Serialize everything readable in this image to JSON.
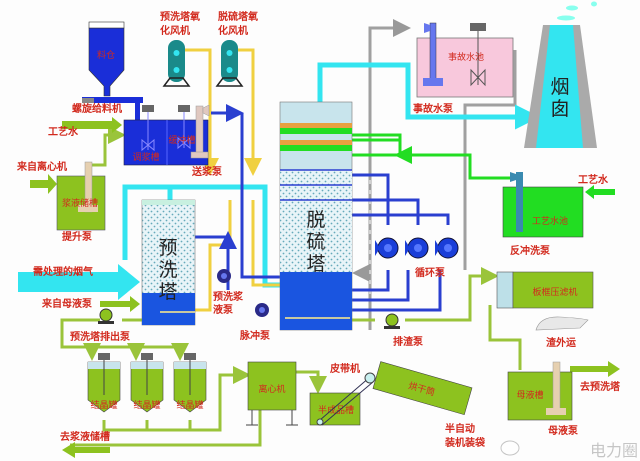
{
  "labels": {
    "hopper": "料仓",
    "screw_feeder": "螺旋给料机",
    "mixing_tank": "调浆槽",
    "buffer_tank": "缓冲槽",
    "slurry_pump": "送浆泵",
    "process_water_left": "工艺水",
    "from_centrifuge": "来自离心机",
    "slurry_storage_tank": "浆液储槽",
    "lift_pump": "提升泵",
    "prewash_fan_1": "预洗塔氧",
    "prewash_fan_2": "化风机",
    "desulf_fan_1": "脱硫塔氧",
    "desulf_fan_2": "化风机",
    "desulf_tower_1": "脱",
    "desulf_tower_2": "硫",
    "desulf_tower_3": "塔",
    "accident_pool": "事故水池",
    "accident_pump": "事故水泵",
    "chimney_1": "烟",
    "chimney_2": "囱",
    "process_water_right": "工艺水",
    "process_water_pool": "工艺水池",
    "backwash_pump": "反冲洗泵",
    "circulation_pump": "循环泵",
    "flue_gas": "需处理的烟气",
    "prewash_tower_1": "预",
    "prewash_tower_2": "洗",
    "prewash_tower_3": "塔",
    "from_mother_pump": "来自母液泵",
    "prewash_discharge_pump": "预洗塔排出泵",
    "prewash_slurry_pump_1": "预洗浆",
    "prewash_slurry_pump_2": "液泵",
    "pulse_pump": "脉冲泵",
    "slag_pump": "排渣泵",
    "filter_press": "板框压滤机",
    "slag_out": "渣外运",
    "crystal_tank_1": "结晶罐",
    "crystal_tank_2": "结晶罐",
    "crystal_tank_3": "结晶罐",
    "to_slurry_tank": "去浆液储槽",
    "centrifuge": "离心机",
    "belt_conveyor": "皮带机",
    "semi_product_tank": "半成品槽",
    "dryer": "烘干筒",
    "bagging_1": "半自动",
    "bagging_2": "装机装袋",
    "mother_liquor_tank": "母液槽",
    "mother_liquor_pump": "母液泵",
    "to_prewash": "去预洗塔"
  },
  "watermark": "电力圈",
  "colors": {
    "label": "#d22a1e",
    "flue_gas": "#33e5f0",
    "slurry": "#1a2ed8",
    "liquid_green": "#8dc21f",
    "process_water": "#22dd22",
    "air": "#f0d040",
    "grey_line": "#a0a0a0",
    "accident_pool": "#f8c8dc"
  }
}
